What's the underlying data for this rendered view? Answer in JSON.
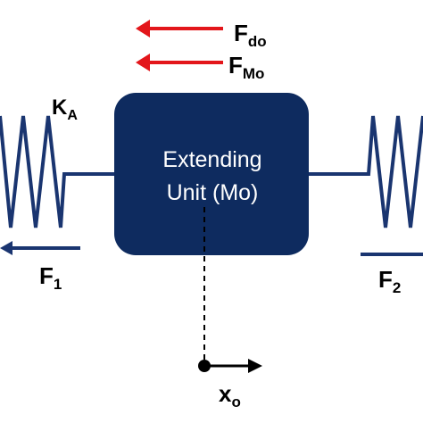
{
  "colors": {
    "unit_fill": "#0e2b5f",
    "spring_stroke": "#1a3570",
    "force_arrow": "#e3161b",
    "text": "#000000",
    "box_text": "#ffffff"
  },
  "labels": {
    "f_do": {
      "main": "F",
      "sub": "do"
    },
    "f_mo": {
      "main": "F",
      "sub": "Mo"
    },
    "k_a": {
      "main": "K",
      "sub": "A"
    },
    "f_1": {
      "main": "F",
      "sub": "1"
    },
    "f_2": {
      "main": "F",
      "sub": "2"
    },
    "x_o": {
      "main": "x",
      "sub": "o"
    }
  },
  "unit": {
    "line1": "Extending",
    "line2": "Unit (Mo)"
  }
}
